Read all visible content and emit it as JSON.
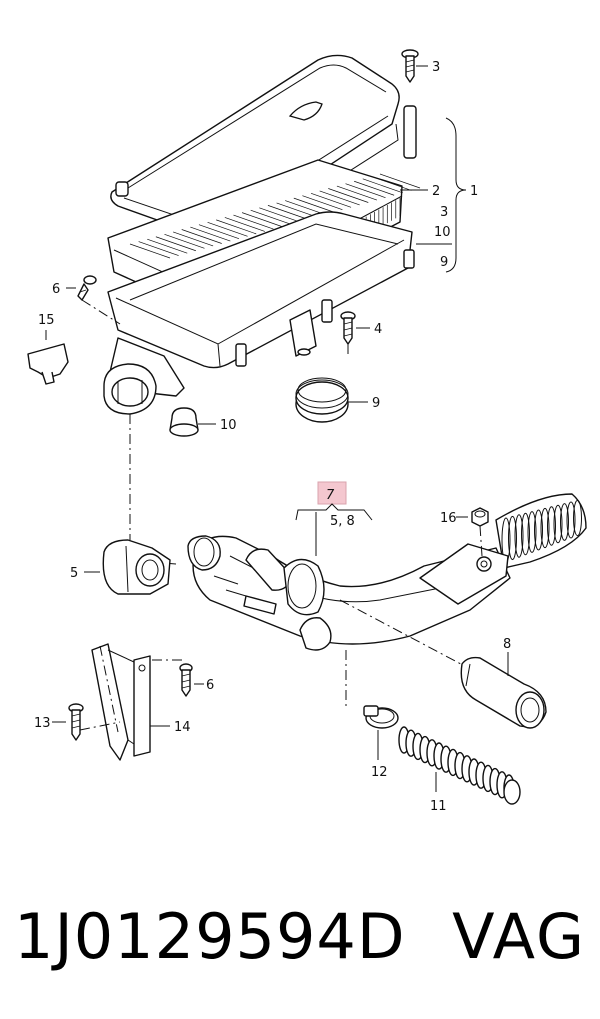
{
  "callouts": {
    "c3_top": "3",
    "c2": "2",
    "c1": "1",
    "c3_mid": "3",
    "c10_right": "10",
    "c9_right": "9",
    "c6_top": "6",
    "c15": "15",
    "c4": "4",
    "c9_seal": "9",
    "c10_grommet": "10",
    "c7": "7",
    "c58": "5, 8",
    "c16": "16",
    "c5": "5",
    "c8": "8",
    "c6_bottom": "6",
    "c13": "13",
    "c14": "14",
    "c12": "12",
    "c11": "11"
  },
  "highlight_color": "#f4c7cf",
  "footer": {
    "part_number": "1J0129594D",
    "brand": "VAG"
  }
}
